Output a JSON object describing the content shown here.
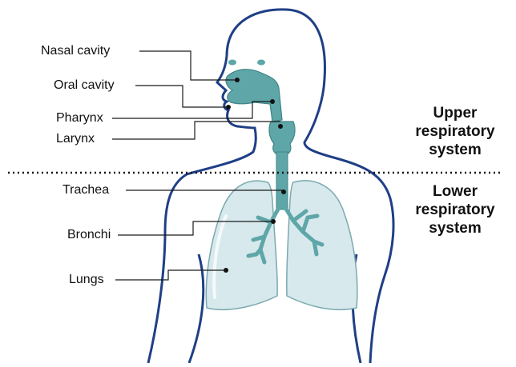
{
  "labels": {
    "nasal_cavity": "Nasal cavity",
    "oral_cavity": "Oral cavity",
    "pharynx": "Pharynx",
    "larynx": "Larynx",
    "trachea": "Trachea",
    "bronchi": "Bronchi",
    "lungs": "Lungs"
  },
  "regions": {
    "upper_line1": "Upper",
    "upper_line2": "respiratory",
    "upper_line3": "system",
    "lower_line1": "Lower",
    "lower_line2": "respiratory",
    "lower_line3": "system"
  },
  "colors": {
    "body_outline": "#1f3f86",
    "airway_fill": "#5fa6a8",
    "airway_stroke": "#3f8587",
    "lung_fill": "#d7e9ec",
    "lung_stroke": "#7aa9b0",
    "leader_line": "#1a1a1a"
  }
}
